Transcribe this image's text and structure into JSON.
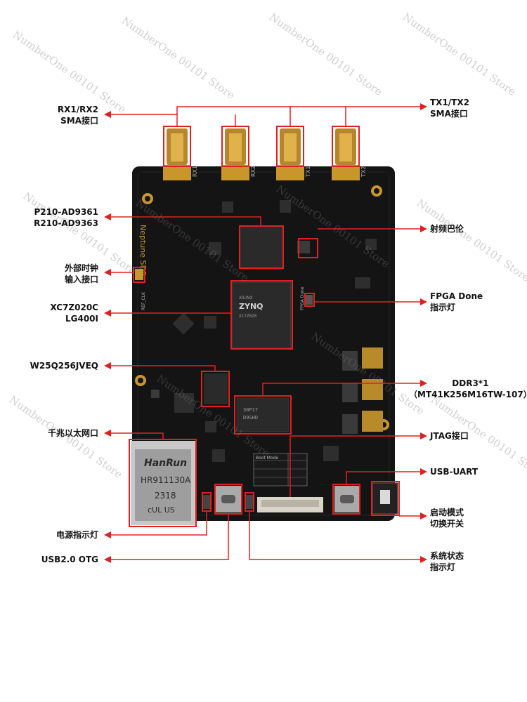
{
  "labels": {
    "rx_sma": [
      "RX1/RX2",
      "SMA接口"
    ],
    "tx_sma": [
      "TX1/TX2",
      "SMA接口"
    ],
    "rf_ic": [
      "P210-AD9361",
      "R210-AD9363"
    ],
    "balun": "射频巴伦",
    "ext_clk": [
      "外部时钟",
      "输入接口"
    ],
    "fpga": [
      "XC7Z020C",
      "LG400I"
    ],
    "fpga_done": [
      "FPGA Done",
      "指示灯"
    ],
    "flash": "W25Q256JVEQ",
    "ddr": [
      "DDR3*1",
      "（MT41K256M16TW-107）"
    ],
    "ethernet": "千兆以太网口",
    "jtag": "JTAG接口",
    "usb_uart": "USB-UART",
    "boot_switch": [
      "启动模式",
      "切换开关"
    ],
    "power_led": "电源指示灯",
    "usb_otg": "USB2.0 OTG",
    "status_led": [
      "系统状态",
      "指示灯"
    ]
  },
  "board": {
    "silkscreen_brand": "Neptune SDR",
    "refclk_label": "REF_CLK",
    "fpga_done_label": "FPGA Done",
    "zynq_logo": "ZYNQ",
    "xilinx_text": "XILINX",
    "zynq_part": "XC7Z020",
    "ddr_chip_text": [
      "30P17",
      "D9SHD"
    ],
    "eth_brand": "HanRun",
    "eth_part": "HR911130A",
    "eth_date": "2318",
    "eth_cert": "cUL US",
    "boot_table_header": "Boot Mode",
    "ant_labels": [
      "RX1",
      "RX2",
      "TX1",
      "TX2"
    ]
  },
  "watermark": "NumberOne 00101 Store",
  "colors": {
    "annotation": "#e02020",
    "pcb": "#141414",
    "gold": "#c9962c",
    "chip": "#2a2a2a",
    "label_text": "#111111"
  }
}
